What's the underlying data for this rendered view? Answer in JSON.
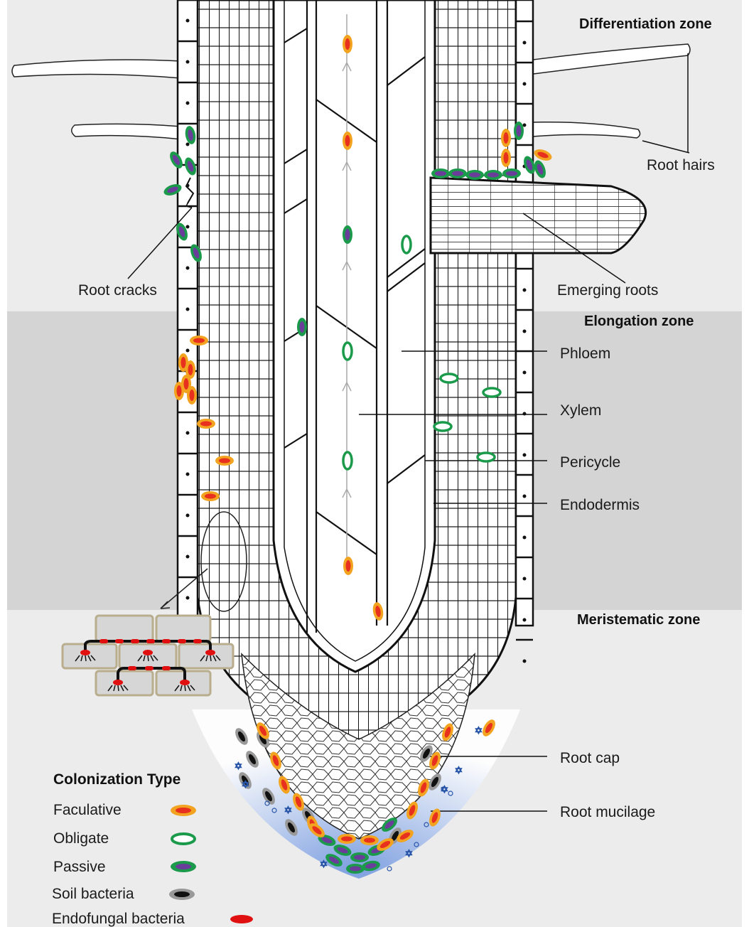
{
  "zones": {
    "differentiation": "Differentiation zone",
    "elongation": "Elongation zone",
    "meristematic": "Meristematic zone"
  },
  "labels": {
    "root_hairs": "Root hairs",
    "root_cracks": "Root cracks",
    "emerging_roots": "Emerging roots",
    "phloem": "Phloem",
    "xylem": "Xylem",
    "pericycle": "Pericycle",
    "endodermis": "Endodermis",
    "root_cap": "Root cap",
    "root_mucilage": "Root mucilage"
  },
  "legend": {
    "title": "Colonization Type",
    "items": [
      {
        "label": "Faculative",
        "type": "facultative"
      },
      {
        "label": "Obligate",
        "type": "obligate"
      },
      {
        "label": "Passive",
        "type": "passive"
      },
      {
        "label": "Soil bacteria",
        "type": "soil"
      },
      {
        "label": "Endofungal bacteria",
        "type": "endofungal"
      }
    ]
  },
  "colors": {
    "elongation_band": "#d4d4d4",
    "zone_background": "#ececec",
    "mucilage": "#9fb8e6",
    "facultative_outer": "#f2a320",
    "facultative_inner": "#e8301e",
    "obligate": "#1a9a4a",
    "passive_outer": "#1a9a4a",
    "passive_inner": "#6a3d9a",
    "soil_outer": "#999999",
    "soil_inner": "#111111",
    "endofungal": "#e01010",
    "fungal_cell": "#d6d6d6",
    "fungal_cell_border": "#b8ad8c"
  }
}
